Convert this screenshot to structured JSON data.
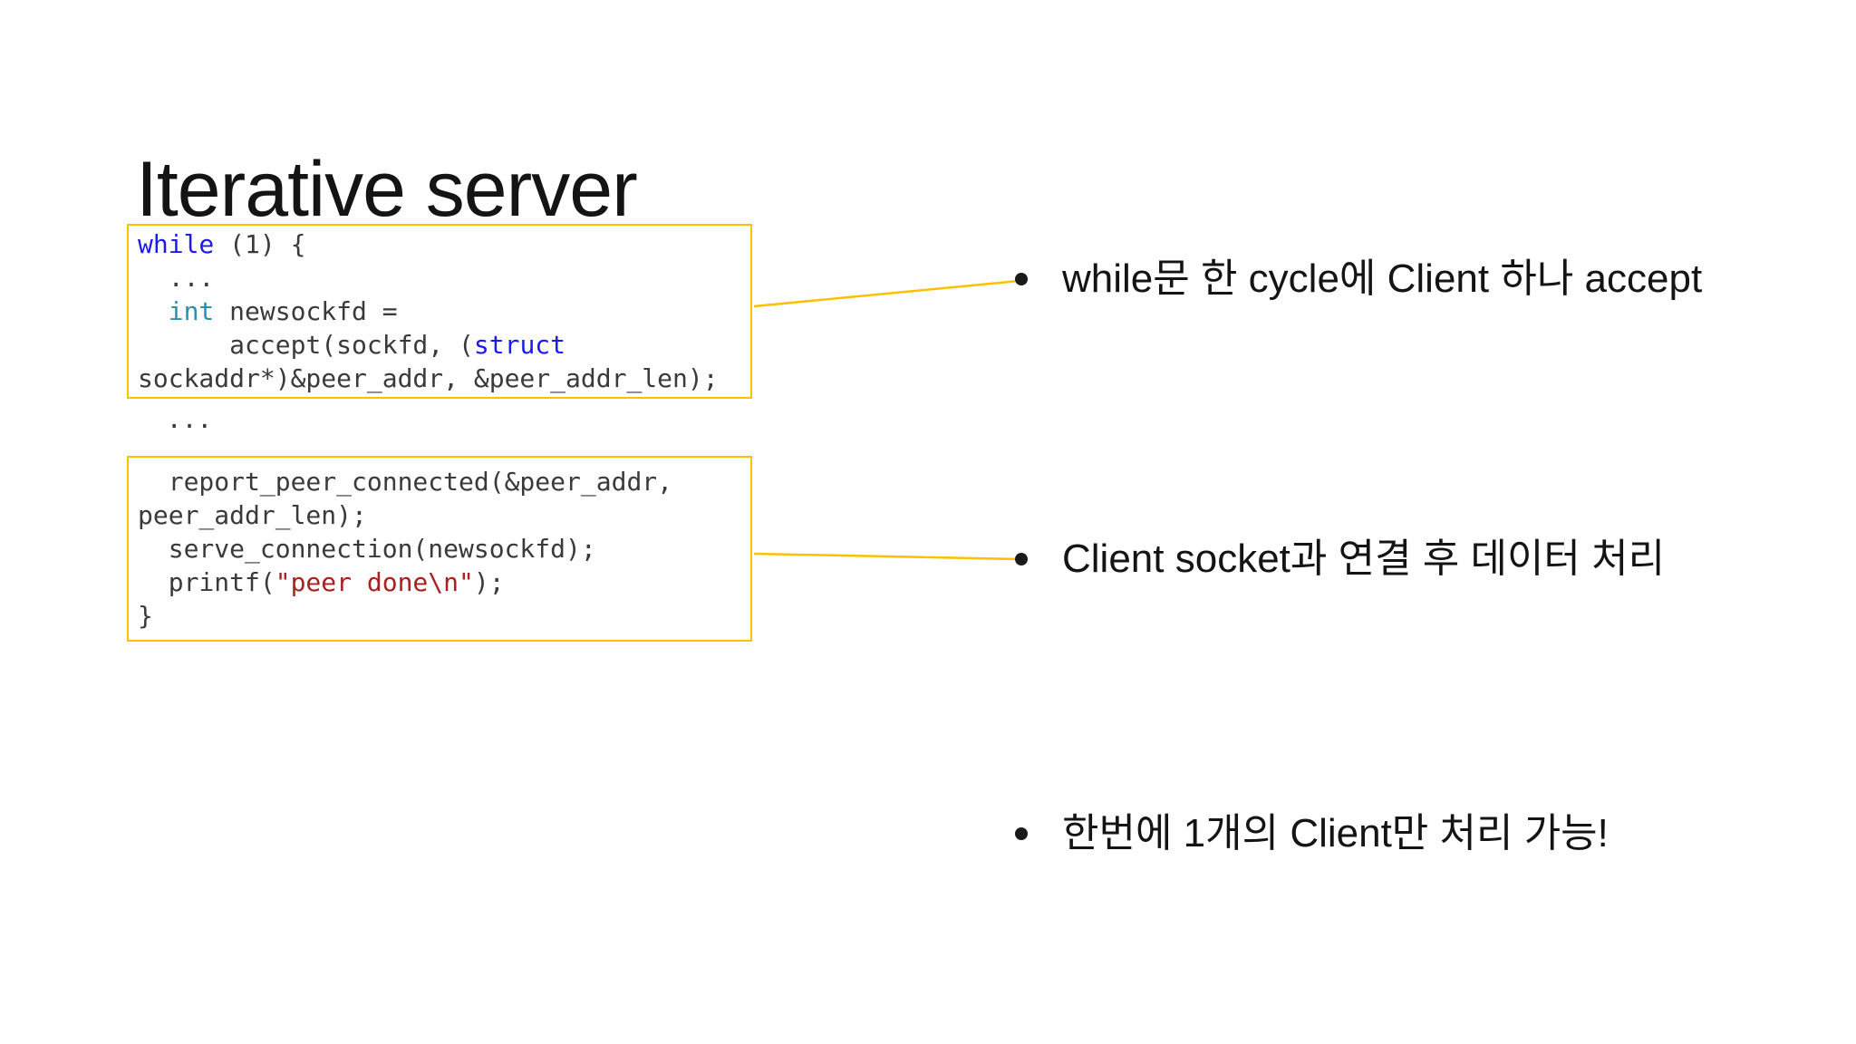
{
  "slide": {
    "title": "Iterative server",
    "colors": {
      "accent": "#FFC000",
      "keyword_blue": "#1B1BEE",
      "type_teal": "#2B91AF",
      "string_red": "#A82020",
      "code_text": "#3A3A3A",
      "body_text": "#141414",
      "bullet_dot": "#1a1a1a"
    },
    "code_box_1": {
      "lines": [
        [
          {
            "t": "while",
            "c": "kw"
          },
          {
            "t": " (1) {"
          }
        ],
        [
          {
            "t": "  ..."
          }
        ],
        [
          {
            "t": "  "
          },
          {
            "t": "int",
            "c": "ty"
          },
          {
            "t": " newsockfd ="
          }
        ],
        [
          {
            "t": "      accept(sockfd, ("
          },
          {
            "t": "struct",
            "c": "kw"
          }
        ],
        [
          {
            "t": "sockaddr*)&peer_addr, &peer_addr_len);"
          }
        ]
      ]
    },
    "between_code": "  ...",
    "code_box_2": {
      "lines": [
        [
          {
            "t": "  report_peer_connected(&peer_addr,"
          }
        ],
        [
          {
            "t": "peer_addr_len);"
          }
        ],
        [
          {
            "t": "  serve_connection(newsockfd);"
          }
        ],
        [
          {
            "t": "  printf("
          },
          {
            "t": "\"peer done\\n\"",
            "c": "str"
          },
          {
            "t": ");"
          }
        ],
        [
          {
            "t": "}"
          }
        ]
      ]
    },
    "bullets": [
      {
        "text": "while문 한 cycle에 Client 하나 accept"
      },
      {
        "text": "Client socket과 연결 후 데이터 처리"
      },
      {
        "text": "한번에 1개의 Client만 처리 가능!"
      }
    ]
  }
}
